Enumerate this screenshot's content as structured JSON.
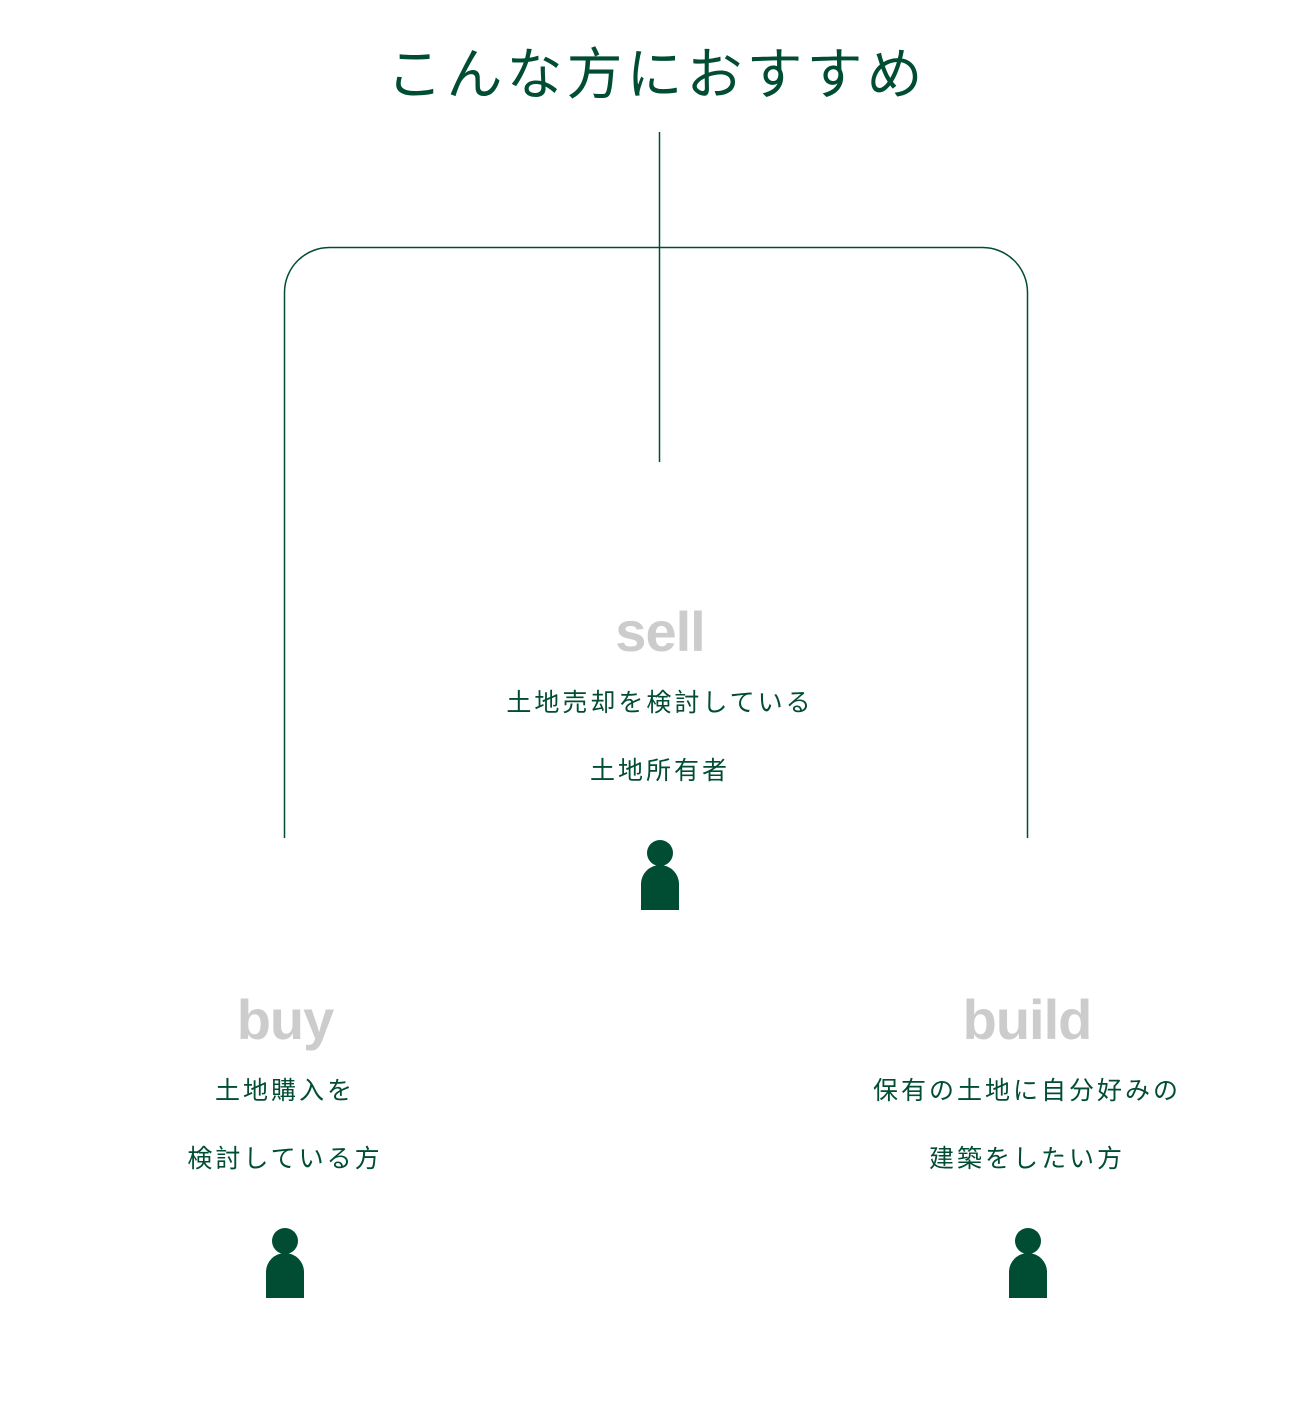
{
  "title": "こんな方におすすめ",
  "accent_color": "#004d33",
  "items": [
    {
      "label": "sell",
      "lines": [
        "土地売却を検討している",
        "土地所有者"
      ],
      "icon": "person-icon"
    },
    {
      "label": "buy",
      "lines": [
        "土地購入を",
        "検討している方"
      ],
      "icon": "person-icon"
    },
    {
      "label": "build",
      "lines": [
        "保有の土地に自分好みの",
        "建築をしたい方"
      ],
      "icon": "person-icon"
    }
  ]
}
